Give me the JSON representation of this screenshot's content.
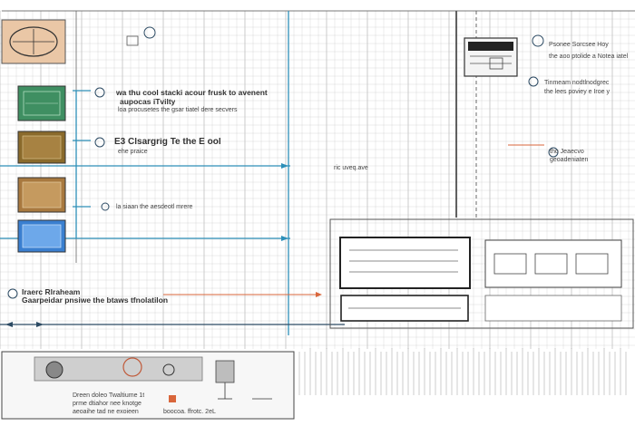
{
  "labels": {
    "green_note_line1": "wa thu cool stacki acour frusk to avenent",
    "green_note_line2": "aupocas iTvilty",
    "green_note_line3": "loa procusetes the gsar tiatel dere secvers",
    "brown_note_line1": "E3 Clsargrig Te the E ool",
    "brown_note_line2": "ehe praice",
    "tan_note_line1": "la siaan the aesdeotl mrere",
    "mid_arrow_text": "ric uveq.ave",
    "top_right_note_line1": "Psonee Sorcsee Hoy",
    "top_right_note_line2": "the aoo ptolide a Notea iatel",
    "right_note_line1": "Tinmeam nodtlnodgrec",
    "right_note_line2": "the lees poviey e Iroe y",
    "right_mid_note_line1": "tho Jeaecvo",
    "right_mid_note_line2": "geoadeniaten",
    "left_low_note_line1": "Iraerc Rlraheam",
    "left_low_note_line2": "Gaarpeidar pnsiwe the btaws tfnolatilon",
    "bottom_note_line1": "Dreen doleo Twaltiume 1t",
    "bottom_note_line2": "prme dtiahor nee knotge",
    "bottom_note_line3": "aeoaihe tad ne exoieen",
    "bottom_note_line4": "boocoa. ffrotc. 2eL"
  },
  "colors": {
    "grid": "#c9c9c9",
    "grid_major": "#a9a9a9",
    "wire_blue": "#2d8fb8",
    "wire_dark": "#2c4a63",
    "arrow_orange": "#d9663b",
    "thumb_peach": "#eac7a6",
    "thumb_green": "#3f8f62",
    "thumb_brown": "#8a6a2b",
    "thumb_tan": "#a8793f",
    "thumb_blue": "#3a7fd0",
    "panel_fill": "#f4f4f4"
  },
  "icons": [
    "gear-icon",
    "motor-icon",
    "circuit-block-icon",
    "arrow-icon"
  ]
}
